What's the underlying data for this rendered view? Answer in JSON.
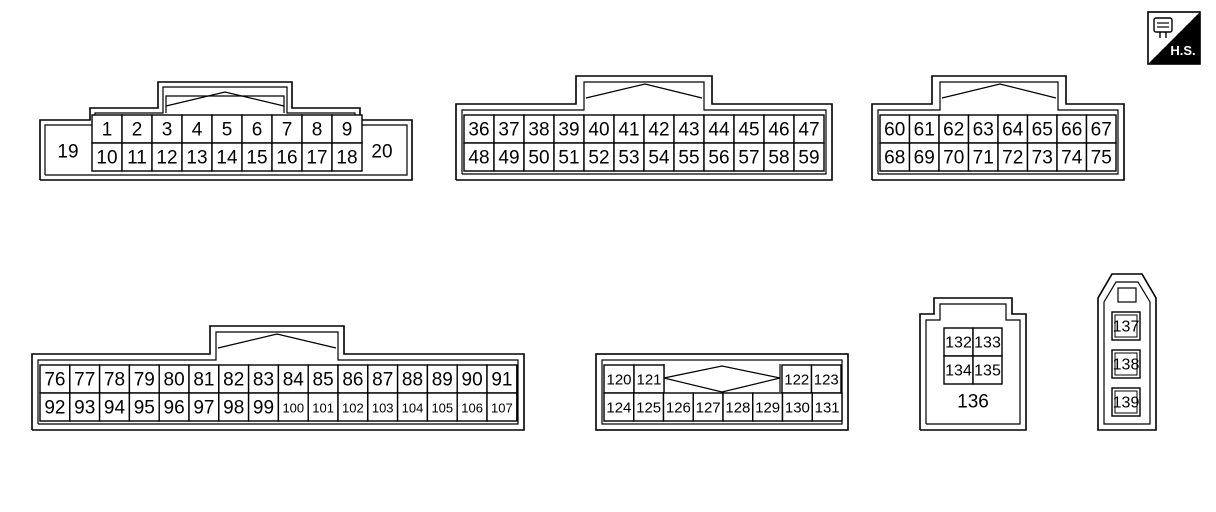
{
  "badge": {
    "text": "H.S."
  },
  "connectors": [
    {
      "name": "connector-1",
      "top": [
        "1",
        "2",
        "3",
        "4",
        "5",
        "6",
        "7",
        "8",
        "9"
      ],
      "bottom": [
        "10",
        "11",
        "12",
        "13",
        "14",
        "15",
        "16",
        "17",
        "18"
      ],
      "left": "19",
      "right": "20"
    },
    {
      "name": "connector-2",
      "top": [
        "36",
        "37",
        "38",
        "39",
        "40",
        "41",
        "42",
        "43",
        "44",
        "45",
        "46",
        "47"
      ],
      "bottom": [
        "48",
        "49",
        "50",
        "51",
        "52",
        "53",
        "54",
        "55",
        "56",
        "57",
        "58",
        "59"
      ]
    },
    {
      "name": "connector-3",
      "top": [
        "60",
        "61",
        "62",
        "63",
        "64",
        "65",
        "66",
        "67"
      ],
      "bottom": [
        "68",
        "69",
        "70",
        "71",
        "72",
        "73",
        "74",
        "75"
      ]
    },
    {
      "name": "connector-4",
      "top": [
        "76",
        "77",
        "78",
        "79",
        "80",
        "81",
        "82",
        "83",
        "84",
        "85",
        "86",
        "87",
        "88",
        "89",
        "90",
        "91"
      ],
      "bottom": [
        "92",
        "93",
        "94",
        "95",
        "96",
        "97",
        "98",
        "99",
        "100",
        "101",
        "102",
        "103",
        "104",
        "105",
        "106",
        "107"
      ]
    },
    {
      "name": "connector-5",
      "top_left": [
        "120",
        "121"
      ],
      "top_right": [
        "122",
        "123"
      ],
      "bottom": [
        "124",
        "125",
        "126",
        "127",
        "128",
        "129",
        "130",
        "131"
      ]
    },
    {
      "name": "connector-6",
      "grid": [
        [
          "132",
          "133"
        ],
        [
          "134",
          "135"
        ]
      ],
      "below": "136"
    },
    {
      "name": "connector-7",
      "column": [
        "137",
        "138",
        "139"
      ]
    }
  ]
}
